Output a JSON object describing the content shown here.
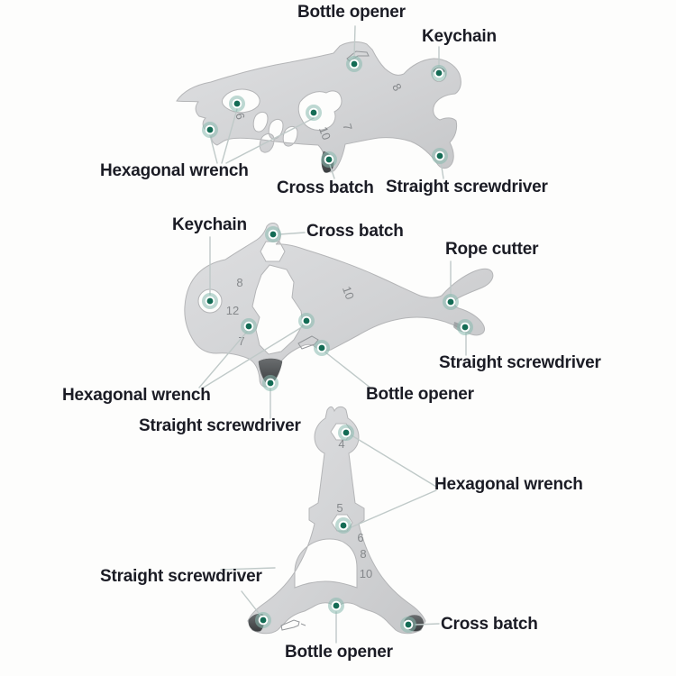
{
  "palette": {
    "background": "#fdfdfc",
    "label_color": "#1b1c25",
    "dot_center": "#146c55",
    "dot_ring": "#89b9ae",
    "leader_line": "#bfc9c8",
    "tool_fill": "#d6d7d8",
    "tool_edge": "#b4b5b7",
    "dark_tip": "#4b4e50",
    "engraving": "#85888b"
  },
  "tools": [
    {
      "name": "Shark-shaped multi-tool",
      "labels": [
        {
          "id": "bottle-opener",
          "text": "Bottle opener"
        },
        {
          "id": "keychain",
          "text": "Keychain"
        },
        {
          "id": "hexagonal-wrench",
          "text": "Hexagonal wrench"
        },
        {
          "id": "cross-batch",
          "text": "Cross batch"
        },
        {
          "id": "straight-screwdriver",
          "text": "Straight screwdriver"
        }
      ],
      "engraved_sizes": [
        {
          "text": "6"
        },
        {
          "text": "10"
        },
        {
          "text": "7"
        },
        {
          "text": "8"
        }
      ]
    },
    {
      "name": "Fish-shaped multi-tool",
      "labels": [
        {
          "id": "keychain",
          "text": "Keychain"
        },
        {
          "id": "cross-batch",
          "text": "Cross batch"
        },
        {
          "id": "rope-cutter",
          "text": "Rope cutter"
        },
        {
          "id": "straight-screwdriver-right",
          "text": "Straight screwdriver"
        },
        {
          "id": "hexagonal-wrench",
          "text": "Hexagonal wrench"
        },
        {
          "id": "bottle-opener",
          "text": "Bottle opener"
        },
        {
          "id": "straight-screwdriver-bottom",
          "text": "Straight screwdriver"
        }
      ],
      "engraved_sizes": [
        {
          "text": "8"
        },
        {
          "text": "12"
        },
        {
          "text": "7"
        },
        {
          "text": "10"
        }
      ]
    },
    {
      "name": "Eiffel-tower-shaped multi-tool",
      "labels": [
        {
          "id": "hexagonal-wrench",
          "text": "Hexagonal wrench"
        },
        {
          "id": "straight-screwdriver",
          "text": "Straight screwdriver"
        },
        {
          "id": "cross-batch",
          "text": "Cross batch"
        },
        {
          "id": "bottle-opener",
          "text": "Bottle opener"
        }
      ],
      "engraved_sizes": [
        {
          "text": "4"
        },
        {
          "text": "5"
        },
        {
          "text": "6"
        },
        {
          "text": "8"
        },
        {
          "text": "10"
        }
      ]
    }
  ]
}
